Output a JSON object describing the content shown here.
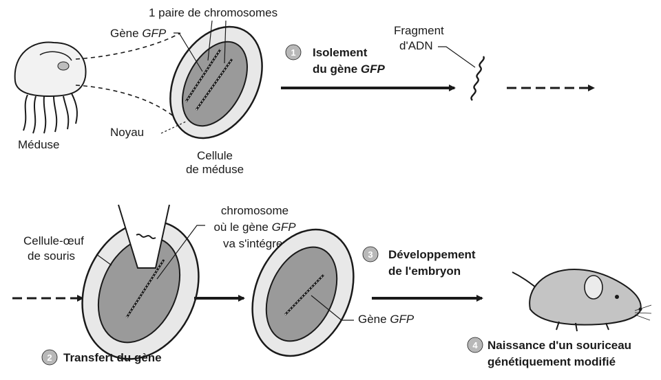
{
  "labels": {
    "chromosome_pair": "1 paire de chromosomes",
    "gfp_gene_top_prefix": "Gène ",
    "gfp_gene_top_italic": "GFP",
    "jellyfish": "Méduse",
    "nucleus": "Noyau",
    "jellyfish_cell_line1": "Cellule",
    "jellyfish_cell_line2": "de méduse",
    "dna_fragment_line1": "Fragment",
    "dna_fragment_line2": "d'ADN",
    "egg_cell_line1": "Cellule-œuf",
    "egg_cell_line2": "de souris",
    "integration_line1": "chromosome",
    "integration_line2_prefix": "où le gène ",
    "integration_line2_italic": "GFP",
    "integration_line3": "va s'intégrer",
    "gfp_gene_bottom_prefix": "Gène ",
    "gfp_gene_bottom_italic": "GFP"
  },
  "steps": [
    {
      "number": "1",
      "line1": "Isolement",
      "line2_prefix": "du gène ",
      "line2_italic": "GFP"
    },
    {
      "number": "2",
      "line1": "Transfert du gène"
    },
    {
      "number": "3",
      "line1": "Développement",
      "line2": "de l'embryon"
    },
    {
      "number": "4",
      "line1": "Naissance d'un souriceau",
      "line2": "génétiquement modifié"
    }
  ],
  "colors": {
    "ink": "#1a1a1a",
    "cell_fill": "#e8e8e8",
    "nucleus_fill": "#9a9a9a",
    "step_badge": "#b8b8b8",
    "jellyfish_fill": "#f2f2f2",
    "mouse_fill": "#c4c4c4"
  }
}
